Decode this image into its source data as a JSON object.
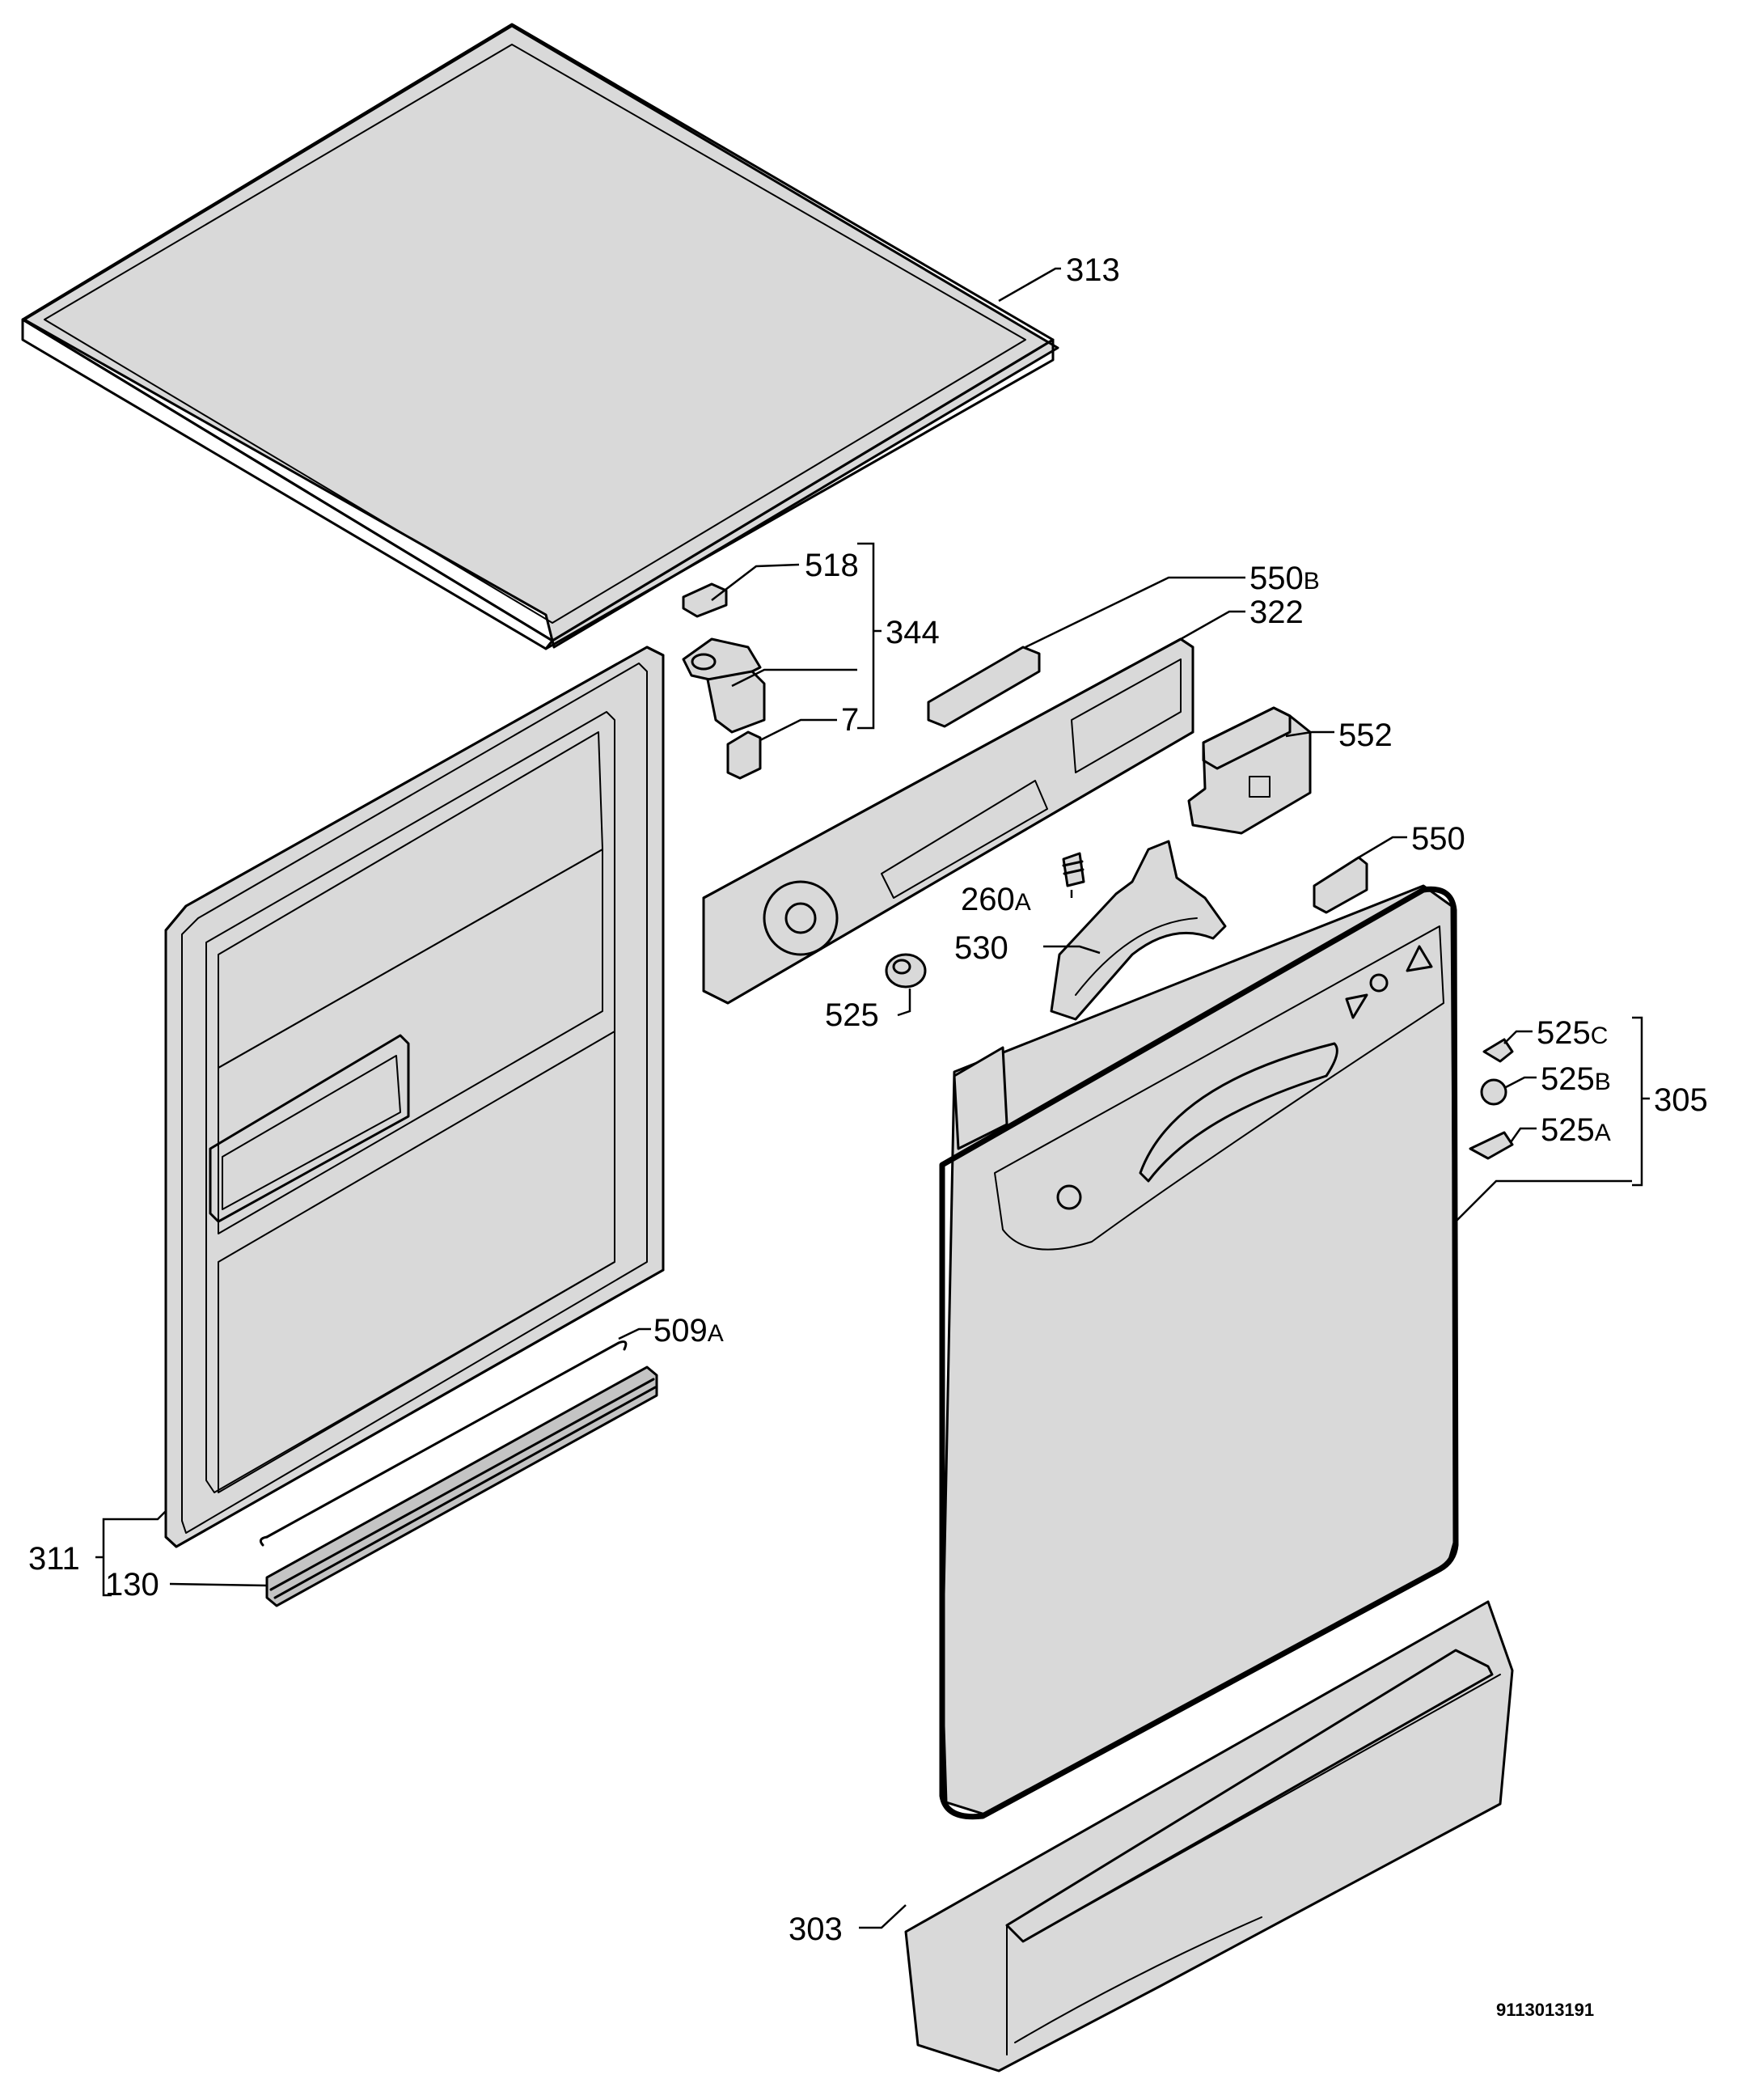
{
  "callouts": [
    {
      "id": "313",
      "number": "313",
      "suffix": ""
    },
    {
      "id": "518",
      "number": "518",
      "suffix": ""
    },
    {
      "id": "344",
      "number": "344",
      "suffix": ""
    },
    {
      "id": "7",
      "number": "7",
      "suffix": ""
    },
    {
      "id": "550b",
      "number": "550",
      "suffix": "B"
    },
    {
      "id": "322",
      "number": "322",
      "suffix": ""
    },
    {
      "id": "552",
      "number": "552",
      "suffix": ""
    },
    {
      "id": "550",
      "number": "550",
      "suffix": ""
    },
    {
      "id": "260a",
      "number": "260",
      "suffix": "A"
    },
    {
      "id": "530",
      "number": "530",
      "suffix": ""
    },
    {
      "id": "525",
      "number": "525",
      "suffix": ""
    },
    {
      "id": "525c",
      "number": "525",
      "suffix": "C"
    },
    {
      "id": "525b",
      "number": "525",
      "suffix": "B"
    },
    {
      "id": "525a",
      "number": "525",
      "suffix": "A"
    },
    {
      "id": "305",
      "number": "305",
      "suffix": ""
    },
    {
      "id": "509a",
      "number": "509",
      "suffix": "A"
    },
    {
      "id": "311",
      "number": "311",
      "suffix": ""
    },
    {
      "id": "130",
      "number": "130",
      "suffix": ""
    },
    {
      "id": "303",
      "number": "303",
      "suffix": ""
    }
  ],
  "document_number": "9113013191"
}
